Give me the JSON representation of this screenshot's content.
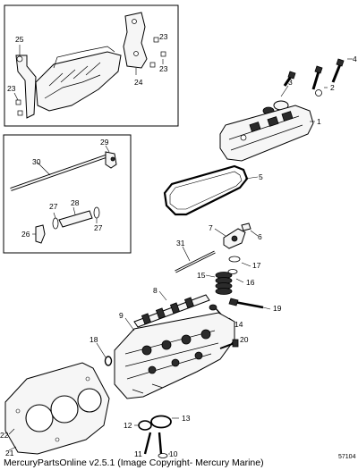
{
  "callouts": {
    "c1": "1",
    "c2": "2",
    "c3": "3",
    "c4": "4",
    "c5": "5",
    "c6": "6",
    "c7": "7",
    "c8": "8",
    "c9": "9",
    "c10": "10",
    "c11": "11",
    "c12": "12",
    "c13": "13",
    "c14": "14",
    "c15": "15",
    "c16": "16",
    "c17": "17",
    "c18": "18",
    "c19": "19",
    "c20": "20",
    "c21": "21",
    "c22": "22",
    "c23a": "23",
    "c23b": "23",
    "c23c": "23",
    "c24": "24",
    "c25": "25",
    "c26": "26",
    "c27a": "27",
    "c27b": "27",
    "c28": "28",
    "c29": "29",
    "c30": "30",
    "c31": "31"
  },
  "figure_id": "57104",
  "footer_text": "MercuryPartsOnline v2.5.1 (Image Copyright- Mercury Marine)"
}
